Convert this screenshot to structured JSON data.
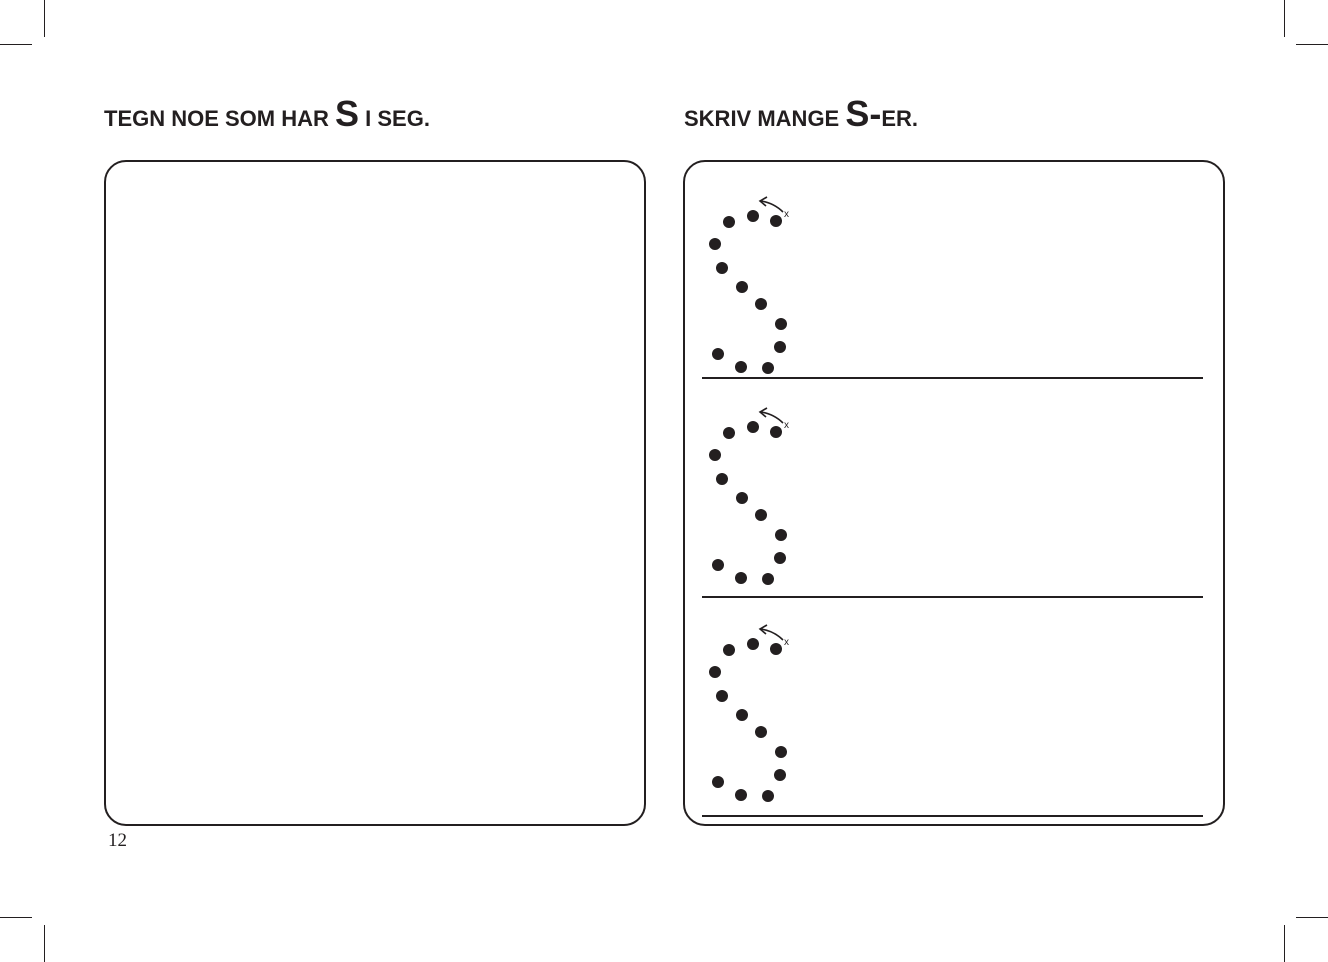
{
  "left_heading": {
    "before": "TEGN NOE SOM HAR ",
    "letter": "S",
    "after": " I SEG."
  },
  "right_heading": {
    "before": "SKRIV MANGE ",
    "letter": "S-",
    "after": "ER."
  },
  "stroke_start_mark": "x",
  "trace_rows": 3,
  "page_number": "12"
}
